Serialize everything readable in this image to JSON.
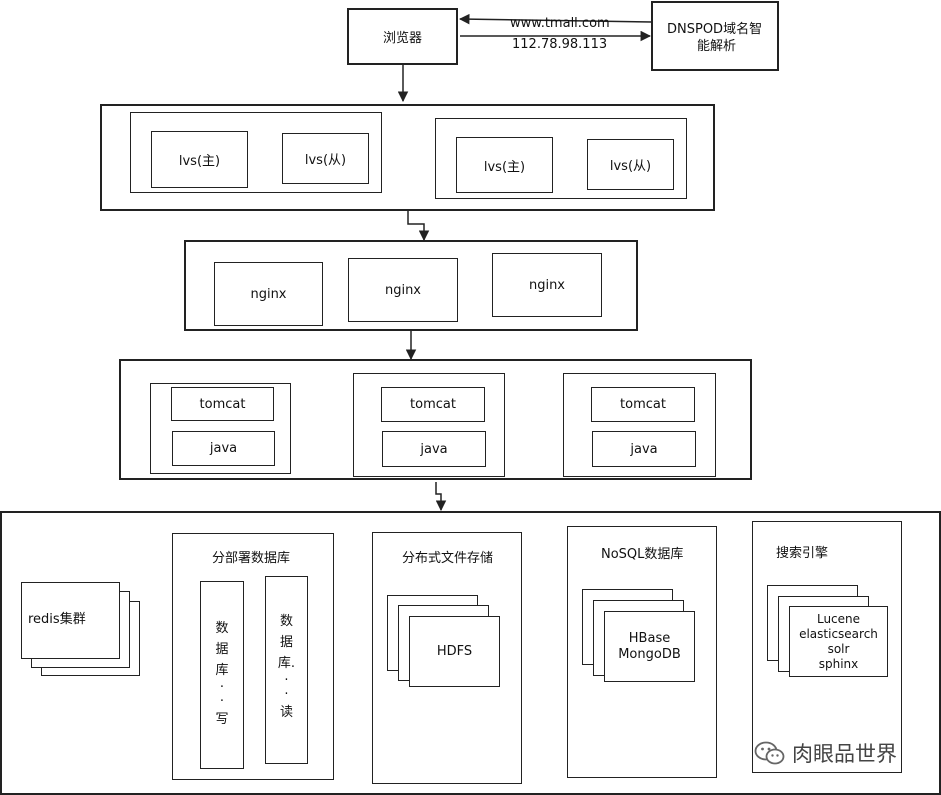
{
  "browser": {
    "label": "浏览器"
  },
  "dns": {
    "label": "DNSPOD域名智能解析",
    "line1": "DNSPOD域名智",
    "line2": "能解析"
  },
  "arrows": {
    "request": "www.tmall.com",
    "response": "112.78.98.113"
  },
  "lvs": {
    "group1": {
      "master": "lvs(主)",
      "slave": "lvs(从)"
    },
    "group2": {
      "master": "lvs(主)",
      "slave": "lvs(从)"
    }
  },
  "nginx": [
    "nginx",
    "nginx",
    "nginx"
  ],
  "app_servers": [
    {
      "server": "tomcat",
      "lang": "java"
    },
    {
      "server": "tomcat",
      "lang": "java"
    },
    {
      "server": "tomcat",
      "lang": "java"
    }
  ],
  "storage": {
    "redis": "redis集群",
    "distributed_db": {
      "title": "分部署数据库",
      "write_db": [
        "数",
        "据",
        "库",
        "·",
        "·",
        "写"
      ],
      "read_db": [
        "数",
        "据",
        "库.",
        "·",
        "·",
        "读"
      ]
    },
    "dfs": {
      "title": "分布式文件存储",
      "content": "HDFS"
    },
    "nosql": {
      "title": "NoSQL数据库",
      "items": [
        "HBase",
        "MongoDB"
      ]
    },
    "search": {
      "title": "搜索引擎",
      "items": [
        "Lucene",
        "elasticsearch",
        "solr",
        "sphinx"
      ]
    }
  },
  "watermark": {
    "text": "肉眼品世界",
    "icon": "wechat-icon"
  }
}
